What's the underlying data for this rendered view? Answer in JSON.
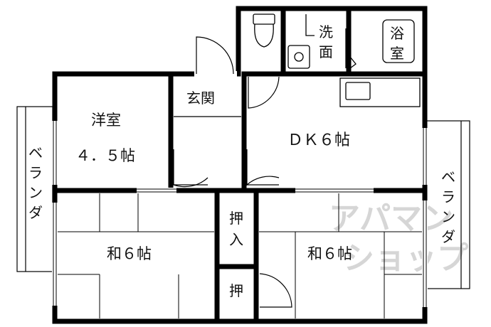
{
  "rooms": {
    "western": {
      "name": "洋室",
      "size": "４．５帖"
    },
    "entrance": "玄関",
    "dk": "ＤＫ６帖",
    "washroom": [
      "洗",
      "面"
    ],
    "bath": [
      "浴",
      "室"
    ],
    "japanese_left": "和６帖",
    "japanese_right": "和６帖",
    "closet_upper": [
      "押",
      "入"
    ],
    "closet_lower": "押"
  },
  "balconies": {
    "left": [
      "ベ",
      "ラ",
      "ン",
      "ダ"
    ],
    "right": [
      "ベ",
      "ラ",
      "ン",
      "ダ"
    ]
  },
  "watermark": [
    "アパマン",
    "ショップ"
  ],
  "colors": {
    "wall": "#000000",
    "line": "#000000",
    "background": "#ffffff",
    "watermark": "#d6d6d6"
  }
}
